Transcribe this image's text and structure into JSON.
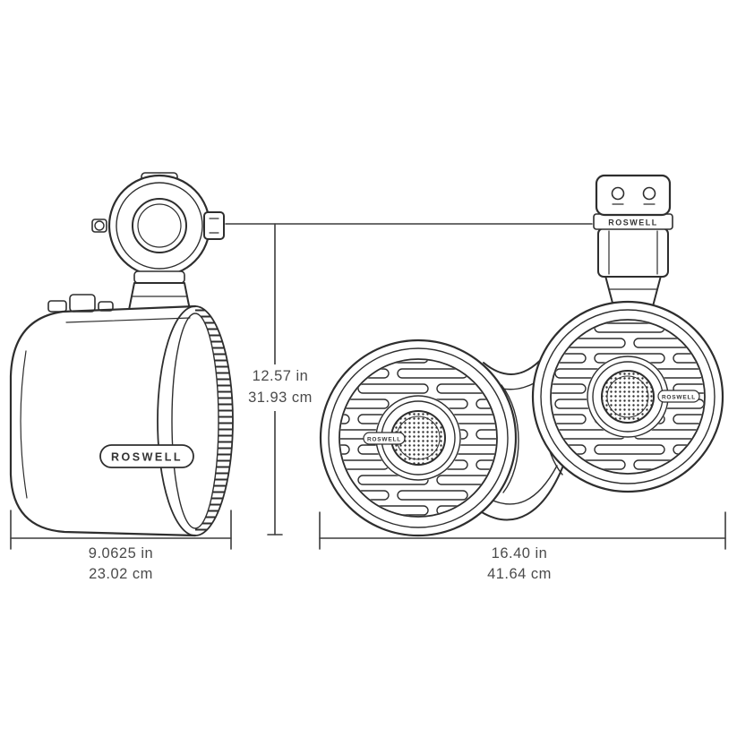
{
  "labels": {
    "brand_side_badge": "ROSWELL",
    "brand_clamp_plate": "ROSWELL",
    "brand_front_left_badge": "ROSWELL",
    "brand_front_right_badge": "ROSWELL"
  },
  "dimensions": {
    "height": {
      "inches": "12.57 in",
      "centimeters": "31.93 cm"
    },
    "side_width": {
      "inches": "9.0625 in",
      "centimeters": "23.02 cm"
    },
    "front_width": {
      "inches": "16.40 in",
      "centimeters": "41.64 cm"
    }
  },
  "colors": {
    "line": "#2e2e2e",
    "dimension_text": "#4a4a4a",
    "background": "#ffffff"
  }
}
